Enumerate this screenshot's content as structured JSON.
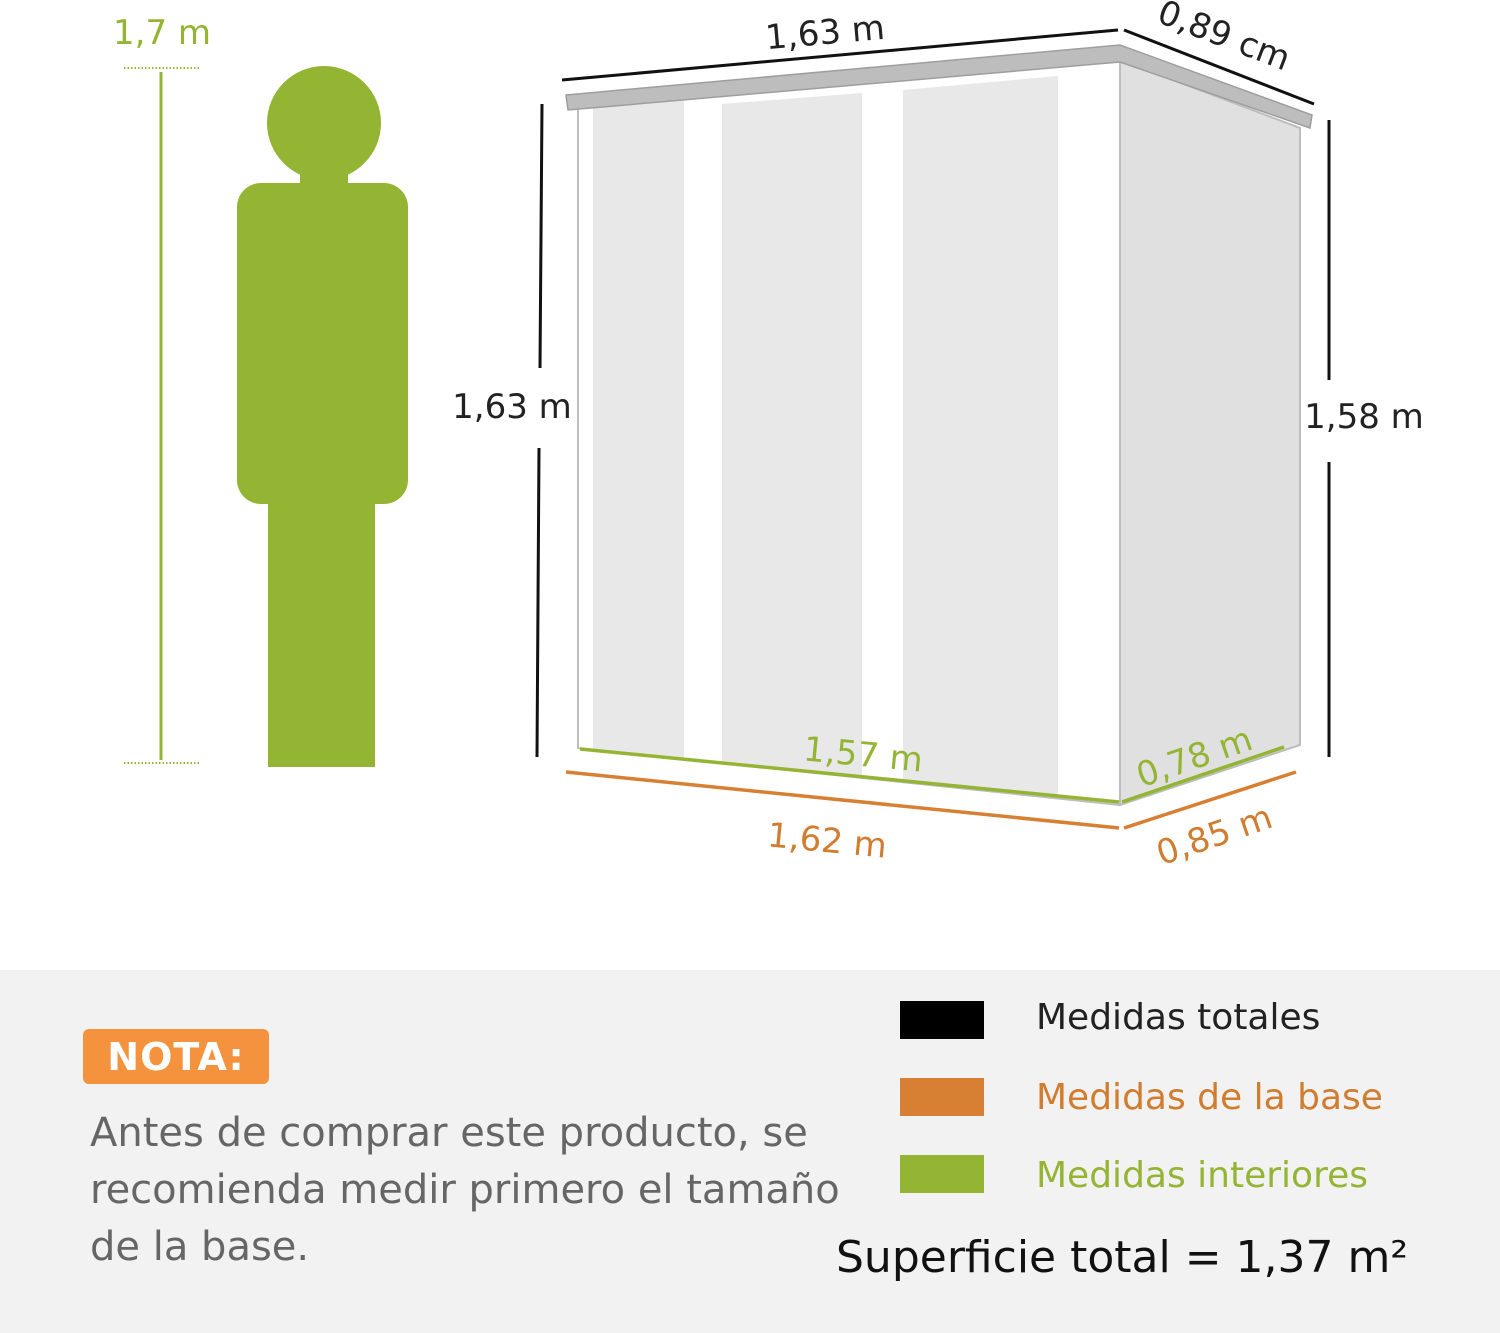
{
  "person": {
    "height_label": "1,7 m"
  },
  "shed": {
    "top_width_label": "1,63 m",
    "top_depth_label": "0,89 cm",
    "front_height_label": "1,63 m",
    "back_height_label": "1,58 m",
    "interior_width_label": "1,57 m",
    "interior_depth_label": "0,78 m",
    "base_width_label": "1,62 m",
    "base_depth_label": "0,85 m"
  },
  "note": {
    "badge": "NOTA:",
    "text": "Antes de comprar este producto, se recomienda medir primero el tamaño de la base."
  },
  "legend": [
    {
      "label": "Medidas totales",
      "color": "#000000"
    },
    {
      "label": "Medidas de la base",
      "color": "#d77f32"
    },
    {
      "label": "Medidas interiores",
      "color": "#94b433"
    }
  ],
  "surface_total": "Superficie total = 1,37 m²",
  "colors": {
    "green": "#94b433",
    "orange": "#d77f32",
    "nota_badge": "#f5923e",
    "panel_bg": "#f2f2f2"
  }
}
